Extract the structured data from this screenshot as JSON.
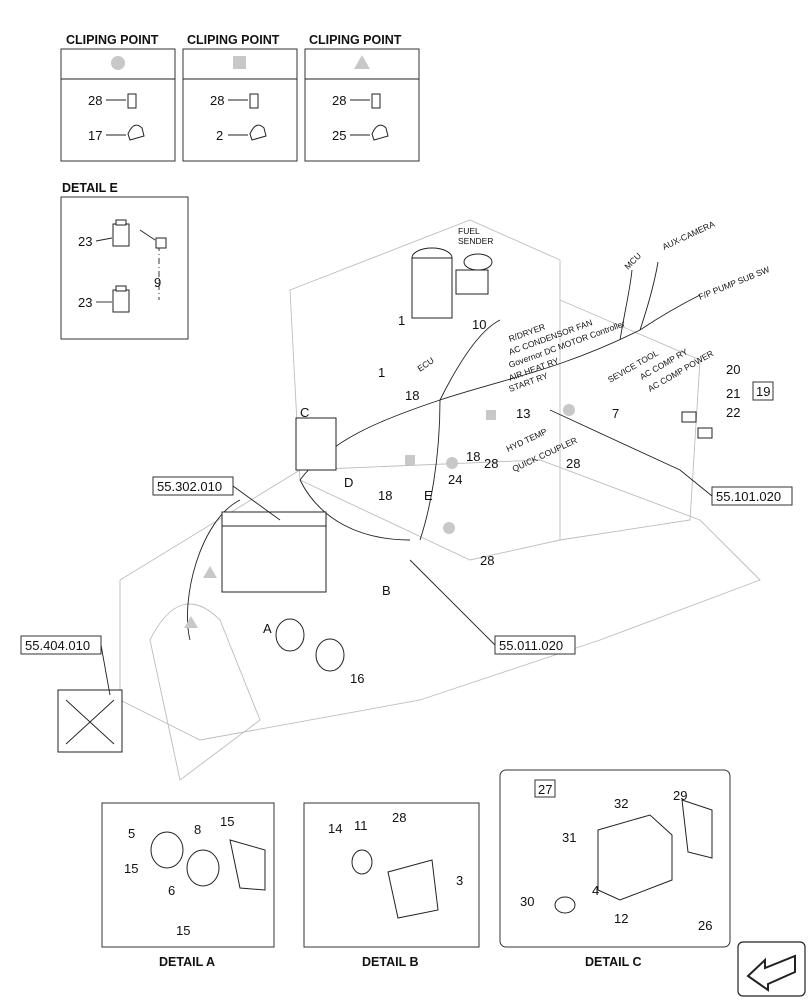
{
  "clip_panels": [
    {
      "title": "CLIPING POINT",
      "symbol": "circle",
      "top_part": "28",
      "bottom_part": "17"
    },
    {
      "title": "CLIPING POINT",
      "symbol": "square",
      "top_part": "28",
      "bottom_part": "2"
    },
    {
      "title": "CLIPING POINT",
      "symbol": "triangle",
      "top_part": "28",
      "bottom_part": "25"
    }
  ],
  "detail_e": {
    "title": "DETAIL E",
    "callouts": [
      "23",
      "23",
      "9"
    ]
  },
  "main": {
    "sender_label": [
      "FUEL",
      "SENDER"
    ],
    "connector_labels": [
      "R/DRYER",
      "AC CONDENSOR FAN",
      "Governor DC MOTOR Controller",
      "AIR HEAT RY",
      "START RY",
      "ECU",
      "MCU",
      "AUX-CAMERA",
      "F/P PUMP SUB SW",
      "SEVICE TOOL",
      "AC COMP RY",
      "AC COMP POWER",
      "HYD TEMP",
      "QUICK COUPLER"
    ],
    "callouts": [
      "1",
      "10",
      "1",
      "18",
      "18",
      "18",
      "28",
      "28",
      "28",
      "13",
      "7",
      "20",
      "21",
      "22",
      "19",
      "24",
      "16",
      "C",
      "D",
      "E",
      "A",
      "B"
    ],
    "refs": [
      "55.302.010",
      "55.404.010",
      "55.011.020",
      "55.101.020"
    ]
  },
  "detail_a": {
    "title": "DETAIL A",
    "callouts": [
      "5",
      "8",
      "15",
      "15",
      "6",
      "15"
    ]
  },
  "detail_b": {
    "title": "DETAIL B",
    "callouts": [
      "14",
      "11",
      "28",
      "3"
    ]
  },
  "detail_c": {
    "title": "DETAIL C",
    "callouts": [
      "27",
      "32",
      "29",
      "31",
      "30",
      "4",
      "12",
      "26"
    ]
  },
  "colors": {
    "symbol_fill": "#c8c8c8",
    "line": "#222222",
    "ghost_line": "#bdbdbd"
  },
  "icons": [
    "circle-clip-symbol",
    "square-clip-symbol",
    "triangle-clip-symbol",
    "next-page-arrow-icon"
  ]
}
